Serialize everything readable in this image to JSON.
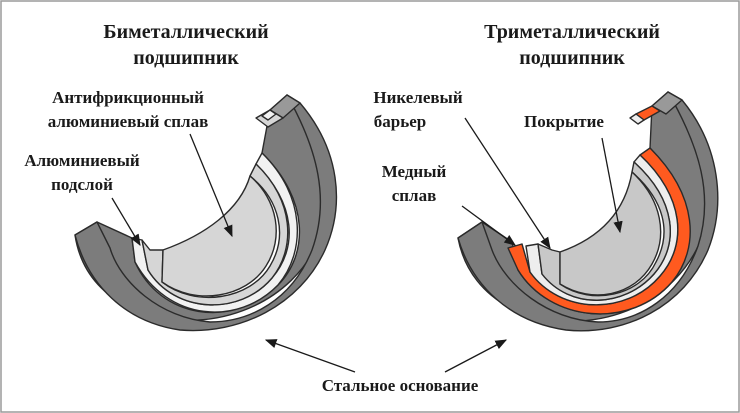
{
  "left_title": {
    "line1": "Биметаллический",
    "line2": "подшипник"
  },
  "right_title": {
    "line1": "Триметаллический",
    "line2": "подшипник"
  },
  "labels": {
    "antifriction": {
      "line1": "Антифрикционный",
      "line2": "алюминиевый сплав"
    },
    "aluminum_sublayer": {
      "line1": "Алюминиевый",
      "line2": "подслой"
    },
    "nickel_barrier": {
      "line1": "Никелевый",
      "line2": "барьер"
    },
    "coating": "Покрытие",
    "copper_alloy": {
      "line1": "Медный",
      "line2": "сплав"
    },
    "steel_base": "Стальное основание"
  },
  "colors": {
    "steel": "#7c7c7c",
    "steel_top": "#999999",
    "aluminum_alloy": "#d6d6d6",
    "sublayer": "#f2f2f2",
    "copper": "#ff5a1f",
    "nickel": "#eeeeee",
    "coating": "#c8c8c8",
    "outline": "#2b2b2b"
  }
}
